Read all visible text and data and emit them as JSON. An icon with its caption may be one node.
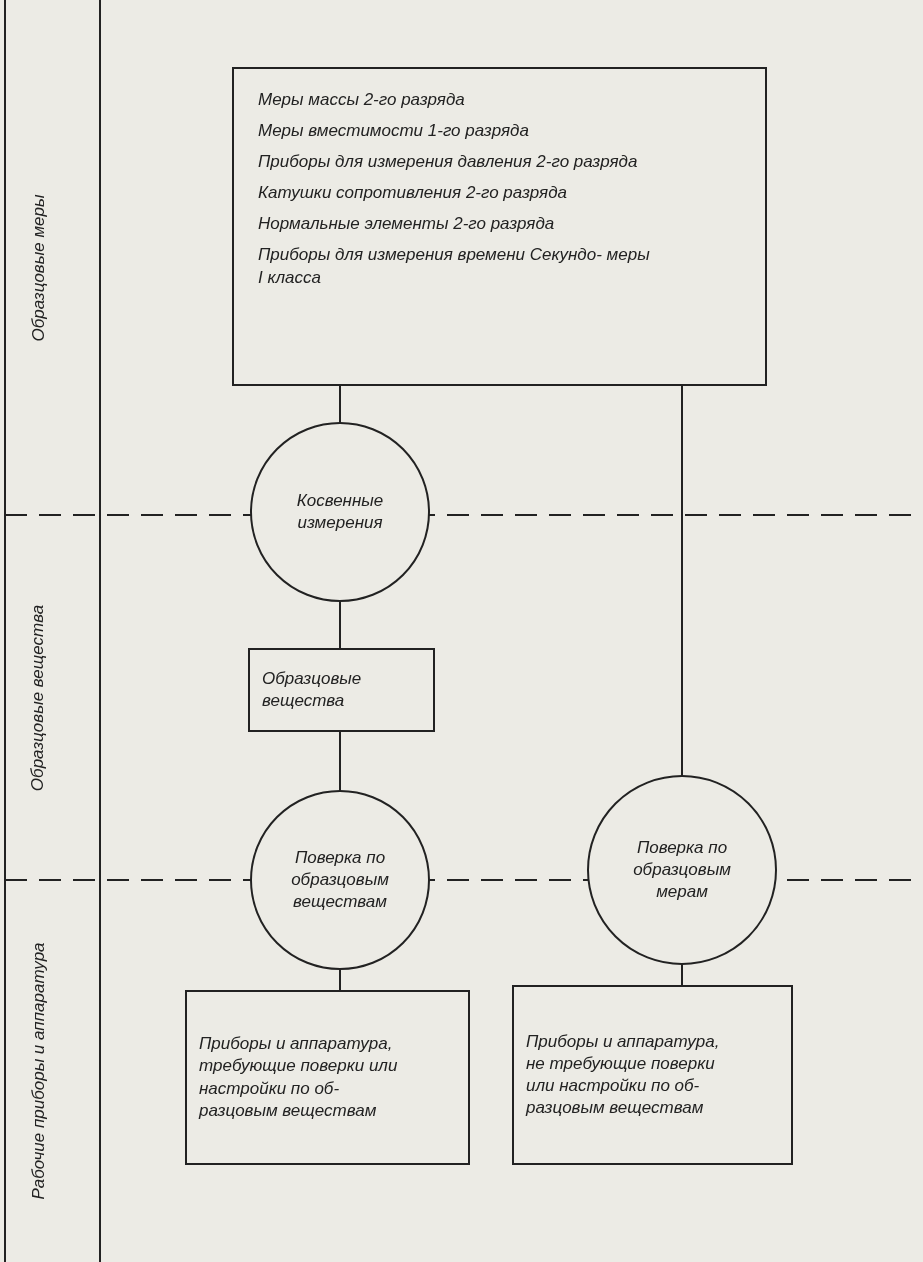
{
  "diagram": {
    "nodes": [
      {
        "text": [
          "Меры массы 2-го разряда",
          "Меры вместимости 1-го разряда",
          "Приборы для измерения давления 2-го разряда",
          "Катушки сопротивления 2-го разряда",
          "Нормальные элементы 2-го разряда",
          "Приборы для измерения времени Секундо- меры I класса"
        ]
      },
      {
        "text": [
          "Косвенные измерения"
        ]
      },
      {
        "text": [
          "Образцовые вещества"
        ]
      },
      {
        "text": [
          "Поверка по образцовым веществам"
        ]
      },
      {
        "text": [
          "Поверка по образцовым мерам"
        ]
      },
      {
        "text": [
          "Приборы и аппаратура, требующие поверки или настройки по об- разцовым веществам"
        ]
      },
      {
        "text": [
          "Приборы и аппаратура, не требующие поверки или настройки по об- разцовым веществам"
        ]
      }
    ],
    "edges": [
      {
        "from": 0,
        "to": 1,
        "arrow": "none"
      },
      {
        "from": 1,
        "to": 2,
        "arrow": "none"
      },
      {
        "from": 2,
        "to": 3,
        "arrow": "none"
      },
      {
        "from": 3,
        "to": 5,
        "arrow": "none"
      },
      {
        "from": 0,
        "to": 4,
        "arrow": "none"
      },
      {
        "from": 4,
        "to": 6,
        "arrow": "none"
      }
    ],
    "labels": [
      "Образцовые меры",
      "Образцовые вещества",
      "Рабочие приборы и аппаратура"
    ]
  }
}
